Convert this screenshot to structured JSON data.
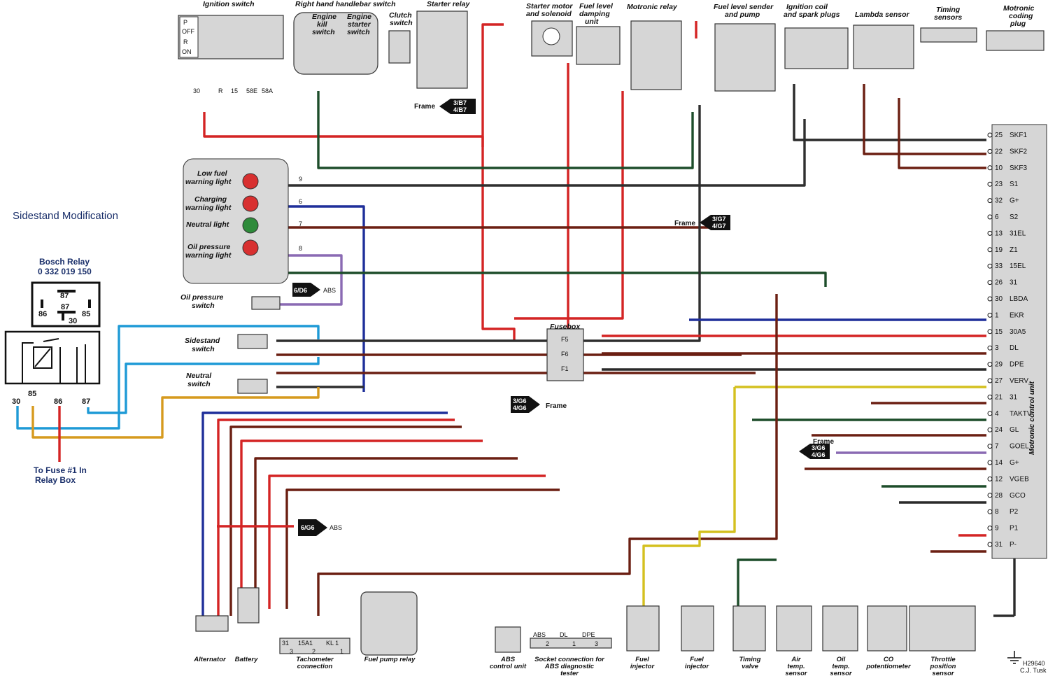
{
  "sidestand": {
    "title": "Sidestand Modification",
    "relay_title": "Bosch Relay",
    "relay_part": "0 332 019 150",
    "relay_top": "87",
    "relay_mid": "87",
    "relay_left": "86",
    "relay_right": "85",
    "relay_bottom": "30",
    "relay_pins": [
      "30",
      "85",
      "86",
      "87"
    ],
    "fuse_note_1": "To Fuse #1 In",
    "fuse_note_2": "Relay Box"
  },
  "components_top": [
    {
      "label": "Ignition switch"
    },
    {
      "label": "Right hand handlebar switch"
    },
    {
      "label": "Engine kill switch",
      "lines": [
        "Engine",
        "kill",
        "switch"
      ]
    },
    {
      "label": "Engine starter switch",
      "lines": [
        "Engine",
        "starter",
        "switch"
      ]
    },
    {
      "label": "Clutch switch",
      "lines": [
        "Clutch",
        "switch"
      ]
    },
    {
      "label": "Starter relay"
    },
    {
      "label": "Starter motor and solenoid",
      "lines": [
        "Starter motor",
        "and solenoid"
      ]
    },
    {
      "label": "Fuel level damping unit",
      "lines": [
        "Fuel level",
        "damping",
        "unit"
      ]
    },
    {
      "label": "Motronic relay"
    },
    {
      "label": "Fuel level sender and pump",
      "lines": [
        "Fuel level sender",
        "and pump"
      ]
    },
    {
      "label": "Ignition coil and spark plugs",
      "lines": [
        "Ignition coil",
        "and spark plugs"
      ]
    },
    {
      "label": "Lambda sensor"
    },
    {
      "label": "Timing sensors",
      "lines": [
        "Timing",
        "sensors"
      ]
    },
    {
      "label": "Motronic coding plug",
      "lines": [
        "Motronic",
        "coding",
        "plug"
      ]
    }
  ],
  "ignition_positions": [
    "P",
    "OFF",
    "R",
    "ON"
  ],
  "ignition_terminals": [
    "30",
    "R",
    "15",
    "58E",
    "58A"
  ],
  "warning_lights": [
    {
      "lines": [
        "Low fuel",
        "warning light"
      ],
      "color": "#d83030",
      "pin": "9"
    },
    {
      "lines": [
        "Charging",
        "warning light"
      ],
      "color": "#d83030",
      "pin": "6"
    },
    {
      "lines": [
        "Neutral light"
      ],
      "color": "#2e8b3a",
      "pin": "7"
    },
    {
      "lines": [
        "Oil pressure",
        "warning light"
      ],
      "color": "#d83030",
      "pin": "8"
    }
  ],
  "left_components": [
    {
      "lines": [
        "Oil pressure",
        "switch"
      ]
    },
    {
      "lines": [
        "Sidestand",
        "switch"
      ]
    },
    {
      "lines": [
        "Neutral",
        "switch"
      ]
    }
  ],
  "fusebox": {
    "title": "Fusebox",
    "fuses": [
      "F5",
      "F6",
      "F1"
    ]
  },
  "arrows": [
    {
      "lines": [
        "3/B7",
        "4/B7"
      ],
      "text": "Frame"
    },
    {
      "lines": [
        "6/D6"
      ],
      "text": "ABS"
    },
    {
      "lines": [
        "3/G7",
        "4/G7"
      ],
      "text": "Frame"
    },
    {
      "lines": [
        "3/G6",
        "4/G6"
      ],
      "text": "Frame"
    },
    {
      "lines": [
        "6/G6"
      ],
      "text": "ABS"
    },
    {
      "lines": [
        "3/G6",
        "4/G6"
      ],
      "text": "Frame"
    }
  ],
  "ecu": {
    "label": "Motronic control unit",
    "pins": [
      {
        "num": "25",
        "name": "SKF1"
      },
      {
        "num": "22",
        "name": "SKF2"
      },
      {
        "num": "10",
        "name": "SKF3"
      },
      {
        "num": "23",
        "name": "S1"
      },
      {
        "num": "32",
        "name": "G+"
      },
      {
        "num": "6",
        "name": "S2"
      },
      {
        "num": "13",
        "name": "31EL"
      },
      {
        "num": "19",
        "name": "Z1"
      },
      {
        "num": "33",
        "name": "15EL"
      },
      {
        "num": "26",
        "name": "31"
      },
      {
        "num": "30",
        "name": "LBDA"
      },
      {
        "num": "1",
        "name": "EKR"
      },
      {
        "num": "15",
        "name": "30A5"
      },
      {
        "num": "3",
        "name": "DL"
      },
      {
        "num": "29",
        "name": "DPE"
      },
      {
        "num": "27",
        "name": "VERV"
      },
      {
        "num": "21",
        "name": "31"
      },
      {
        "num": "4",
        "name": "TAKTV"
      },
      {
        "num": "24",
        "name": "GL"
      },
      {
        "num": "7",
        "name": "GOEL"
      },
      {
        "num": "14",
        "name": "G+"
      },
      {
        "num": "12",
        "name": "VGEB"
      },
      {
        "num": "28",
        "name": "GCO"
      },
      {
        "num": "8",
        "name": "P2"
      },
      {
        "num": "9",
        "name": "P1"
      },
      {
        "num": "31",
        "name": "P-"
      }
    ]
  },
  "components_bottom": [
    {
      "lines": [
        "Alternator"
      ]
    },
    {
      "lines": [
        "Battery"
      ]
    },
    {
      "lines": [
        "Tachometer",
        "connection"
      ]
    },
    {
      "lines": [
        "Fuel pump relay"
      ]
    },
    {
      "lines": [
        "ABS",
        "control unit"
      ]
    },
    {
      "lines": [
        "Socket connection for",
        "ABS diagnostic",
        "tester"
      ]
    },
    {
      "lines": [
        "Fuel",
        "injector"
      ]
    },
    {
      "lines": [
        "Fuel",
        "injector"
      ]
    },
    {
      "lines": [
        "Timing",
        "valve"
      ]
    },
    {
      "lines": [
        "Air",
        "temp.",
        "sensor"
      ]
    },
    {
      "lines": [
        "Oil",
        "temp.",
        "sensor"
      ]
    },
    {
      "lines": [
        "CO",
        "potentiometer"
      ]
    },
    {
      "lines": [
        "Throttle",
        "position",
        "sensor"
      ]
    }
  ],
  "tacho_pins": [
    "31",
    "15A1",
    "KL 1",
    "3",
    "2",
    "1"
  ],
  "socket_pins": [
    "ABS",
    "DL",
    "DPE",
    "2",
    "1",
    "3"
  ],
  "ref_code": [
    "H29640",
    "C.J. Tusk"
  ]
}
